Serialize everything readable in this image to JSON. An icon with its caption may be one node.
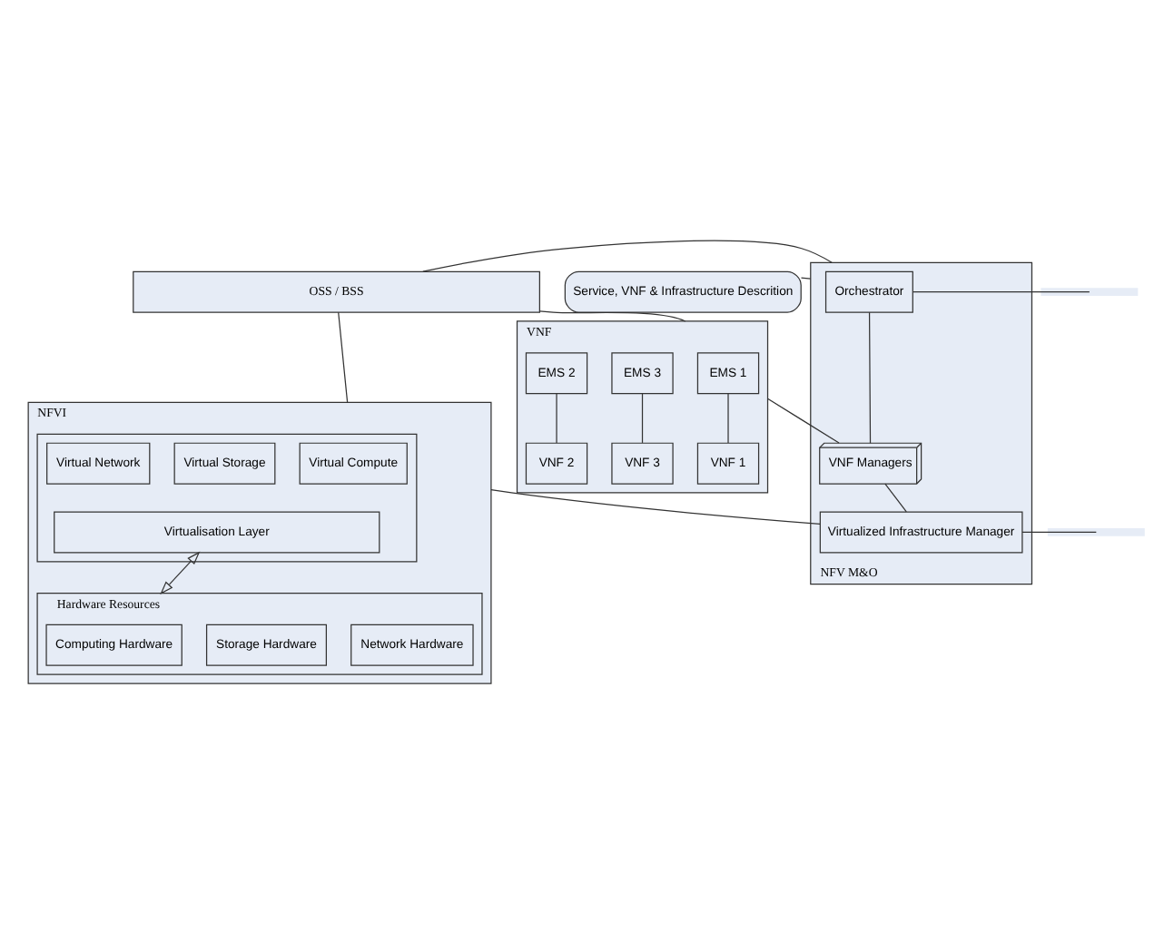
{
  "diagram": {
    "nodes": [
      {
        "text": [
          "OSS / BSS"
        ]
      },
      {
        "text": [
          "NFV M&O"
        ]
      },
      {
        "text": [
          "Orchestrator"
        ],
        "in": 1
      },
      {
        "text": [
          "Service, VNF & Infrastructure Descrition"
        ]
      },
      {
        "text": [
          "VNF Managers"
        ],
        "in": 1
      },
      {
        "text": [
          "Virtualized Infrastructure Manager"
        ],
        "in": 1
      },
      {
        "text": [
          "VNF"
        ]
      },
      {
        "text": [
          "EMS 1"
        ],
        "in": 6
      },
      {
        "text": [
          "EMS 2"
        ],
        "in": 6
      },
      {
        "text": [
          "EMS 3"
        ],
        "in": 6
      },
      {
        "text": [
          "VNF 1"
        ],
        "in": 6
      },
      {
        "text": [
          "VNF 2"
        ],
        "in": 6
      },
      {
        "text": [
          "VNF 3"
        ],
        "in": 6
      },
      {
        "text": [
          "NFVI"
        ]
      },
      {
        "text": [],
        "shape": "box",
        "in": 13
      },
      {
        "text": [
          "Virtual Compute"
        ],
        "in": 14
      },
      {
        "text": [
          "Virtual Storage"
        ],
        "in": 14
      },
      {
        "text": [
          "Virtual Network"
        ],
        "in": 14
      },
      {
        "text": [
          "Virtualisation Layer"
        ],
        "in": 14
      },
      {
        "text": [
          "Hardware Resources"
        ],
        "in": 13
      },
      {
        "text": [
          "Computing Hardware"
        ],
        "in": 19
      },
      {
        "text": [
          "Storage Hardware"
        ],
        "in": 19
      },
      {
        "text": [
          "Network Hardware"
        ],
        "in": 19
      }
    ],
    "edges": [
      {
        "from": 0,
        "to": 1,
        "arrow": "none"
      },
      {
        "from": 0,
        "to": 6,
        "arrow": "none"
      },
      {
        "from": 0,
        "to": 13,
        "arrow": "none"
      },
      {
        "from": 2,
        "to": null,
        "arrow": "none"
      },
      {
        "from": 3,
        "to": 1,
        "arrow": "none"
      },
      {
        "from": 2,
        "to": 4,
        "arrow": "none"
      },
      {
        "from": 6,
        "to": 4,
        "arrow": "none"
      },
      {
        "from": 4,
        "to": 5,
        "arrow": "none"
      },
      {
        "from": 13,
        "to": 5,
        "arrow": "none"
      },
      {
        "from": 5,
        "to": null,
        "arrow": "none"
      },
      {
        "from": 7,
        "to": 10,
        "arrow": "none"
      },
      {
        "from": 8,
        "to": 11,
        "arrow": "none"
      },
      {
        "from": 9,
        "to": 12,
        "arrow": "none"
      },
      {
        "from": 18,
        "to": 19,
        "arrow": "both"
      }
    ]
  }
}
